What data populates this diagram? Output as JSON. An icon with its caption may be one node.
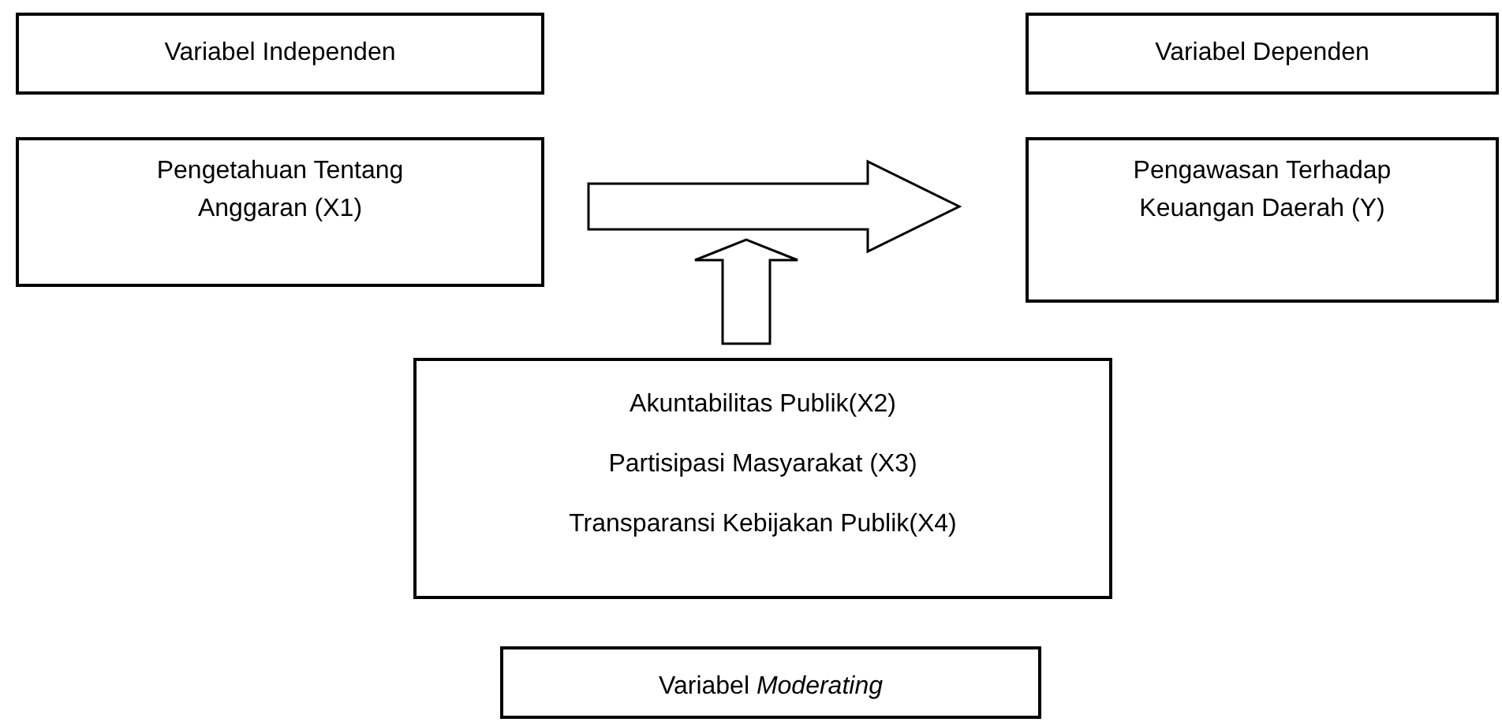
{
  "diagram": {
    "nodes": [
      {
        "text": [
          "Variabel Independen"
        ]
      },
      {
        "text": [
          "Variabel Dependen"
        ]
      },
      {
        "text": [
          "Pengetahuan Tentang Anggaran (X1)"
        ]
      },
      {
        "text": [
          "Pengawasan Terhadap Keuangan Daerah (Y)"
        ]
      },
      {
        "text": [
          "Akuntabilitas Publik(X2)",
          "Partisipasi Masyarakat (X3)",
          "Transparansi Kebijakan Publik(X4)"
        ]
      },
      {
        "text": [
          "Variabel *Moderating*"
        ]
      }
    ],
    "edges": [
      {
        "from": 2,
        "to": 3,
        "arrow": "to"
      },
      {
        "from": 4,
        "to": null,
        "arrow": "to"
      }
    ]
  }
}
